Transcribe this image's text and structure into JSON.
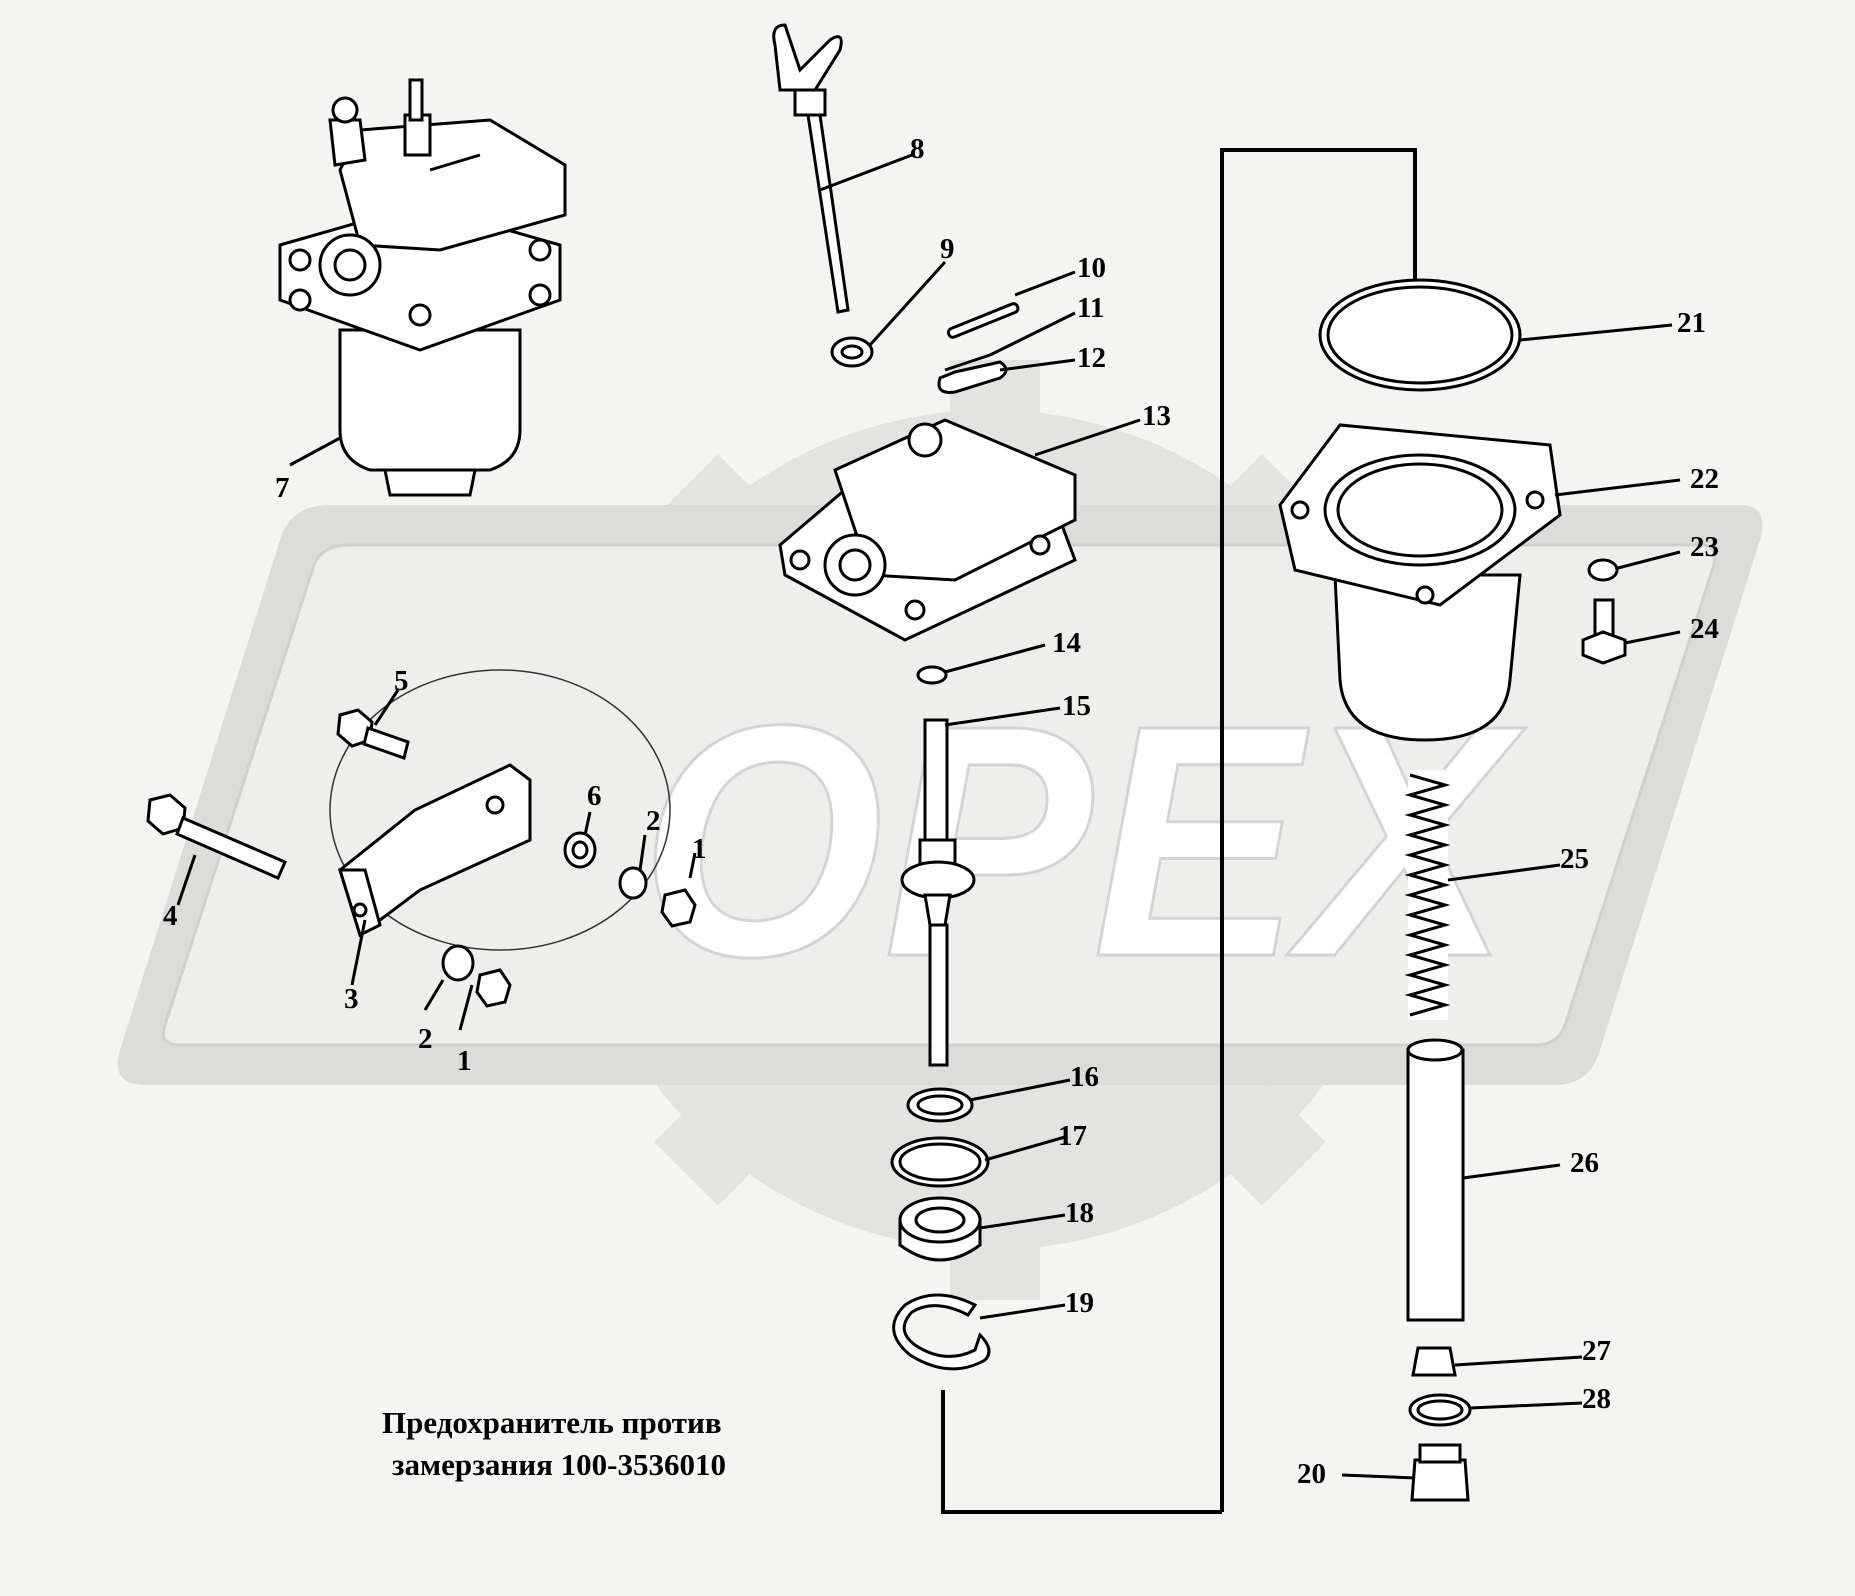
{
  "watermark": {
    "text": "OPEX"
  },
  "caption": {
    "line1": "Предохранитель против",
    "line2": "замерзания 100-3536010"
  },
  "callouts": [
    {
      "id": "1a",
      "number": "1"
    },
    {
      "id": "1b",
      "number": "1"
    },
    {
      "id": "2a",
      "number": "2"
    },
    {
      "id": "2b",
      "number": "2"
    },
    {
      "id": "3",
      "number": "3"
    },
    {
      "id": "4",
      "number": "4"
    },
    {
      "id": "5",
      "number": "5"
    },
    {
      "id": "6",
      "number": "6"
    },
    {
      "id": "7",
      "number": "7"
    },
    {
      "id": "8",
      "number": "8"
    },
    {
      "id": "9",
      "number": "9"
    },
    {
      "id": "10",
      "number": "10"
    },
    {
      "id": "11",
      "number": "11"
    },
    {
      "id": "12",
      "number": "12"
    },
    {
      "id": "13",
      "number": "13"
    },
    {
      "id": "14",
      "number": "14"
    },
    {
      "id": "15",
      "number": "15"
    },
    {
      "id": "16",
      "number": "16"
    },
    {
      "id": "17",
      "number": "17"
    },
    {
      "id": "18",
      "number": "18"
    },
    {
      "id": "19",
      "number": "19"
    },
    {
      "id": "20",
      "number": "20"
    },
    {
      "id": "21",
      "number": "21"
    },
    {
      "id": "22",
      "number": "22"
    },
    {
      "id": "23",
      "number": "23"
    },
    {
      "id": "24",
      "number": "24"
    },
    {
      "id": "25",
      "number": "25"
    },
    {
      "id": "26",
      "number": "26"
    },
    {
      "id": "27",
      "number": "27"
    },
    {
      "id": "28",
      "number": "28"
    }
  ]
}
